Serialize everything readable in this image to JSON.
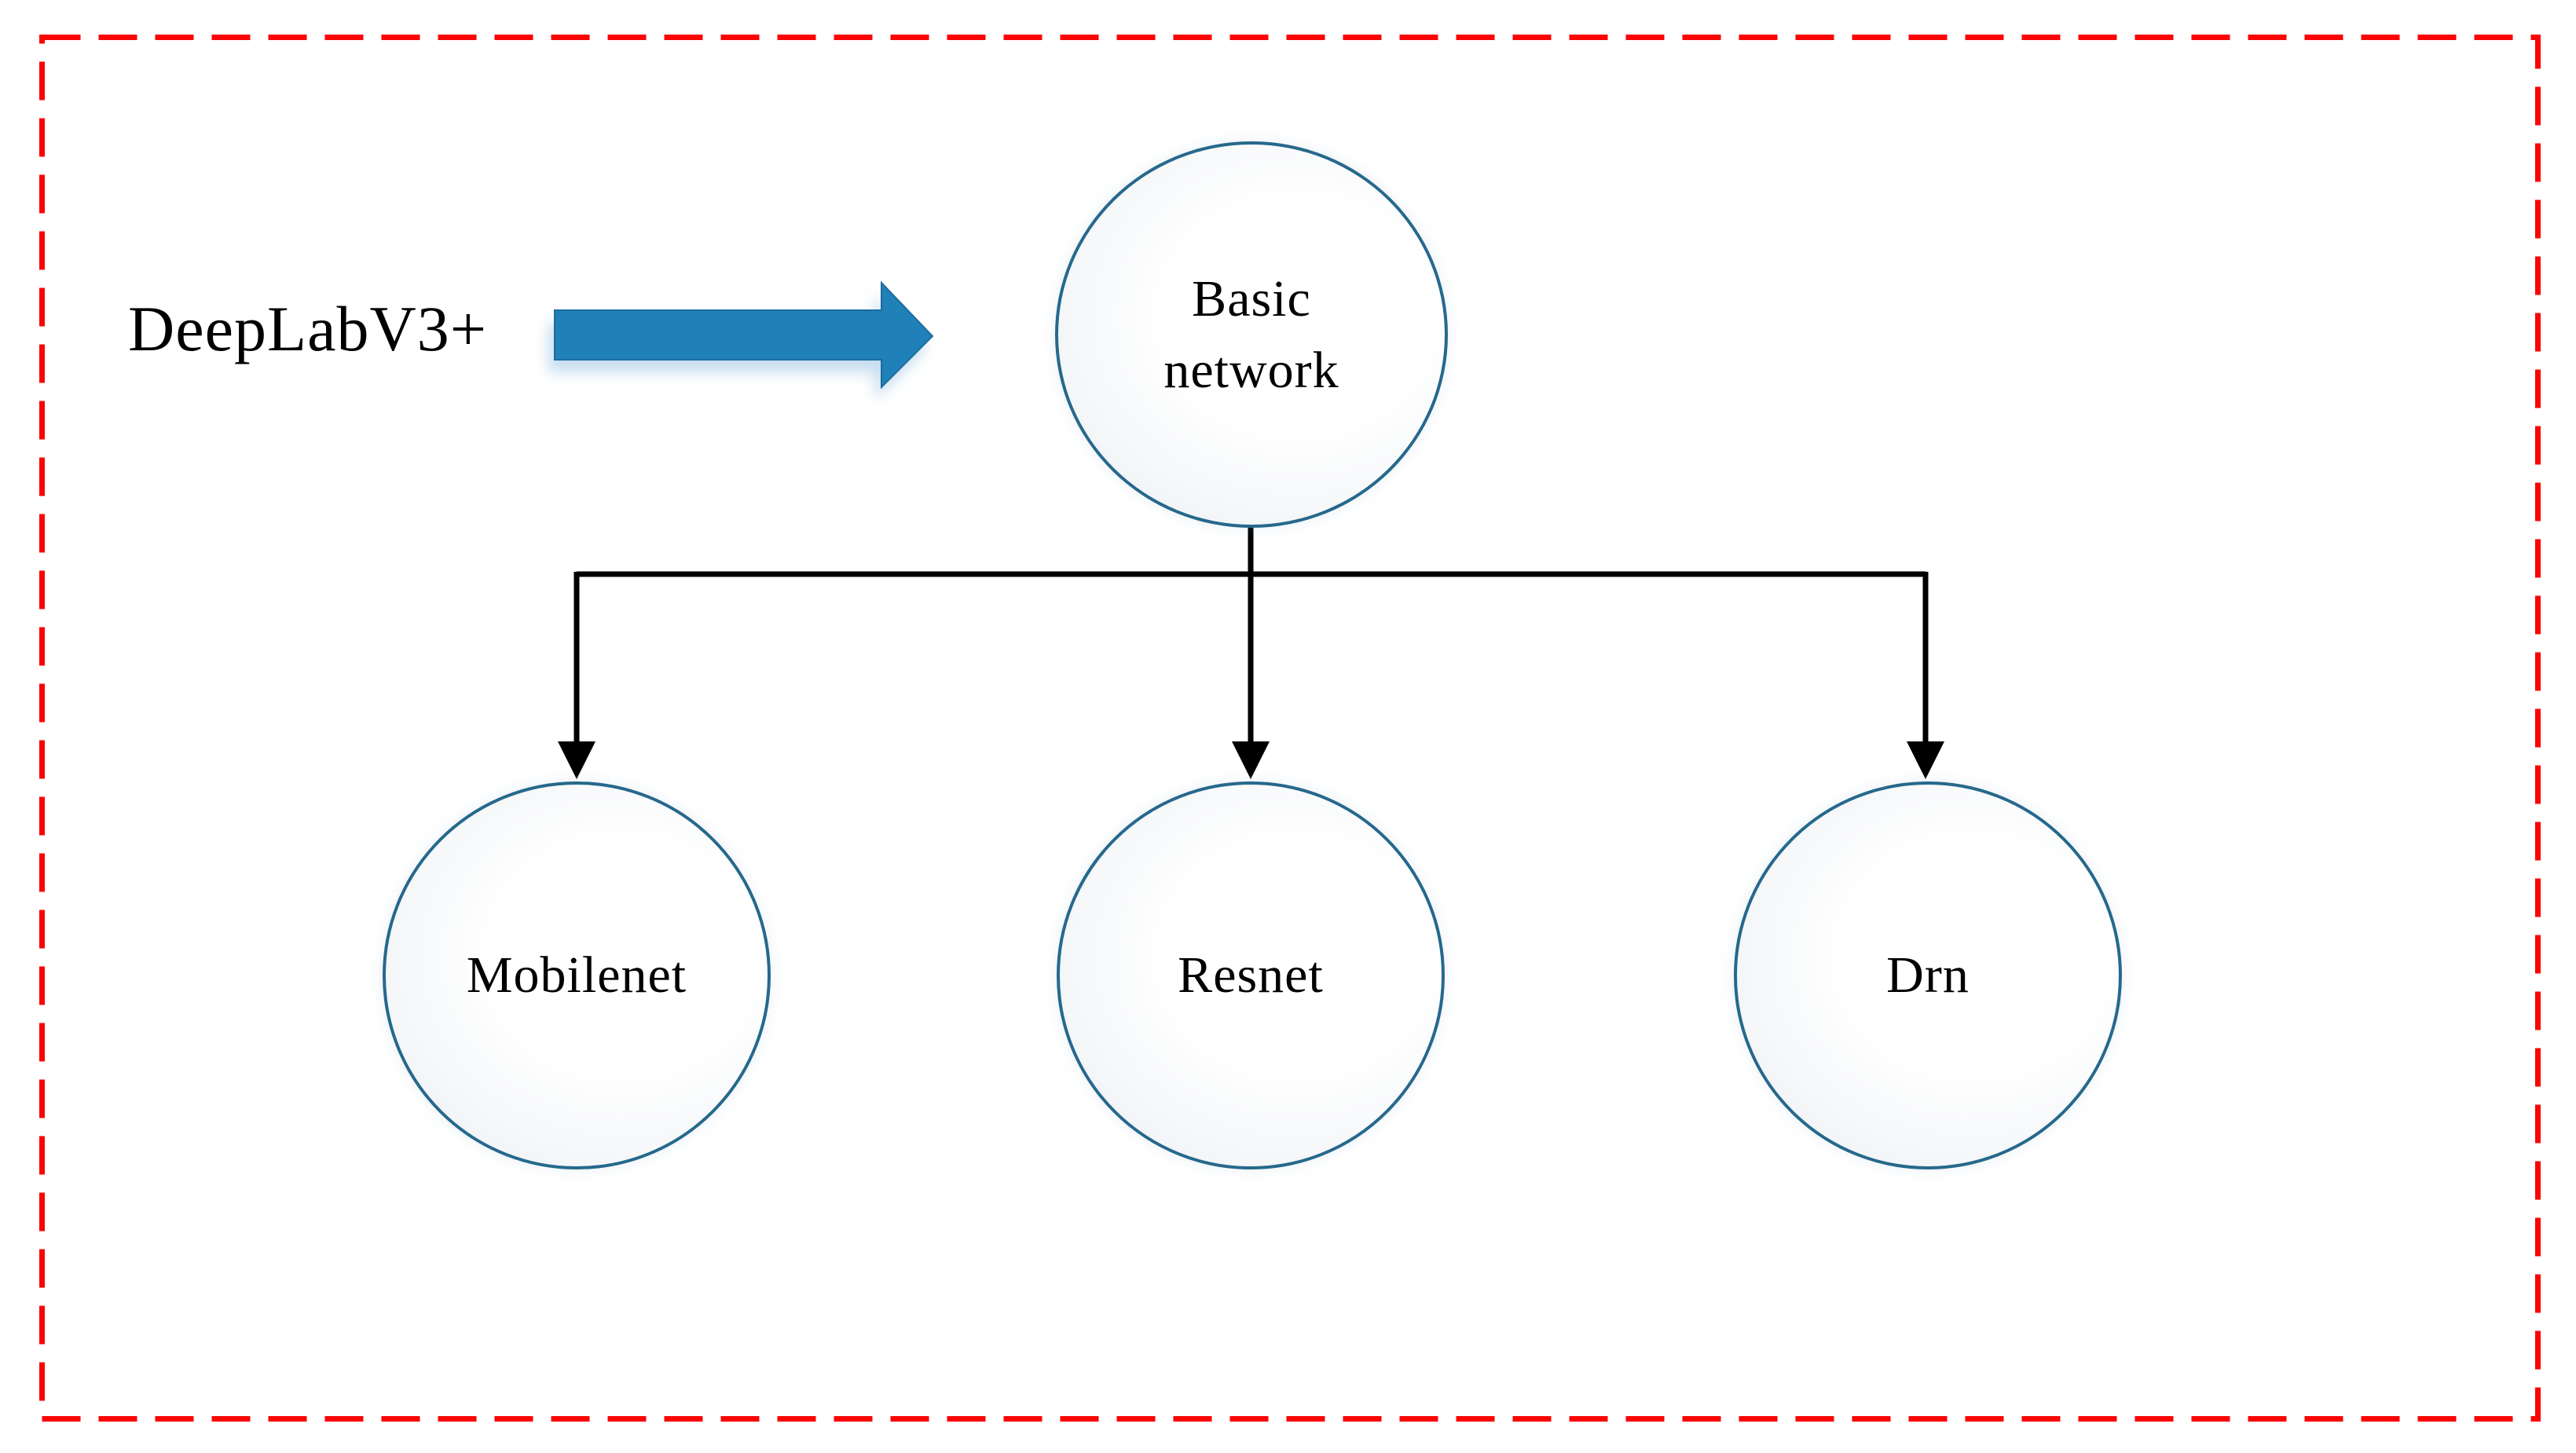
{
  "figure": {
    "type": "flow-diagram",
    "description": "DeepLabV3+ basic network options diagram inside a red dashed frame"
  },
  "labels": {
    "deeplab": "DeepLabV3+"
  },
  "nodes": [
    {
      "id": "basic",
      "label": "Basic network"
    },
    {
      "id": "mobilenet",
      "label": "Mobilenet"
    },
    {
      "id": "resnet",
      "label": "Resnet"
    },
    {
      "id": "drn",
      "label": "Drn"
    }
  ],
  "edges": [
    {
      "from": "deeplab-label",
      "to": "basic",
      "style": "thick-blue-arrow"
    },
    {
      "from": "basic",
      "to": "mobilenet",
      "style": "black-arrow"
    },
    {
      "from": "basic",
      "to": "resnet",
      "style": "black-arrow"
    },
    {
      "from": "basic",
      "to": "drn",
      "style": "black-arrow"
    }
  ],
  "colors": {
    "frame_red": "#fa0505",
    "node_border_blue": "#26688c",
    "arrow_blue": "#2080b8",
    "arrow_blue_shadow": "#bcd7ec",
    "connector_black": "#000000",
    "node_fill_light": "#e9edf2",
    "background": "#ffffff"
  }
}
